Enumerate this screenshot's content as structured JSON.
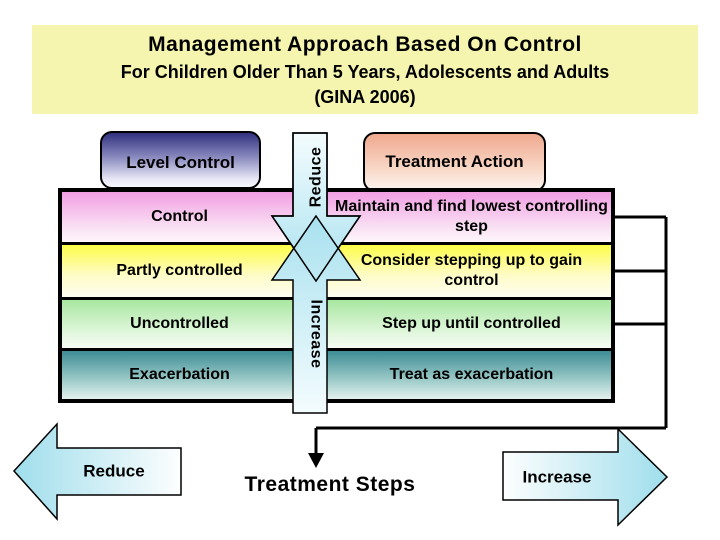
{
  "slide": {
    "title_line1": "Management  Approach  Based On Control",
    "subtitle_line1": "For Children Older Than 5 Years, Adolescents and Adults",
    "subtitle_line2": "(GINA 2006)"
  },
  "columns": {
    "level_header": "Level Control",
    "action_header": "Treatment Action"
  },
  "table": {
    "rows": [
      {
        "level": "Control",
        "action": "Maintain and  find lowest controlling step"
      },
      {
        "level": "Partly controlled",
        "action": "Consider stepping up to gain control"
      },
      {
        "level": "Uncontrolled",
        "action": "Step up until controlled"
      },
      {
        "level": "Exacerbation",
        "action": "Treat as exacerbation"
      }
    ]
  },
  "arrows": {
    "vertical_down_label": "Reduce",
    "vertical_up_label": "Increase",
    "bottom_left_label": "Reduce",
    "bottom_right_label": "Increase"
  },
  "footer": {
    "axis_label": "Treatment Steps"
  },
  "colors": {
    "title_bg": "#F5F5AF",
    "level_header_top": "#31317F",
    "action_header_top": "#F0A98F",
    "row_control_top": "#F19FE3",
    "row_partly_top": "#FDFD4A",
    "row_uncontrolled_top": "#A9E7A1",
    "row_exacerbation_top": "#3E8D95",
    "arrow_cyan": "#ABE2EF",
    "line_black": "#000000"
  }
}
